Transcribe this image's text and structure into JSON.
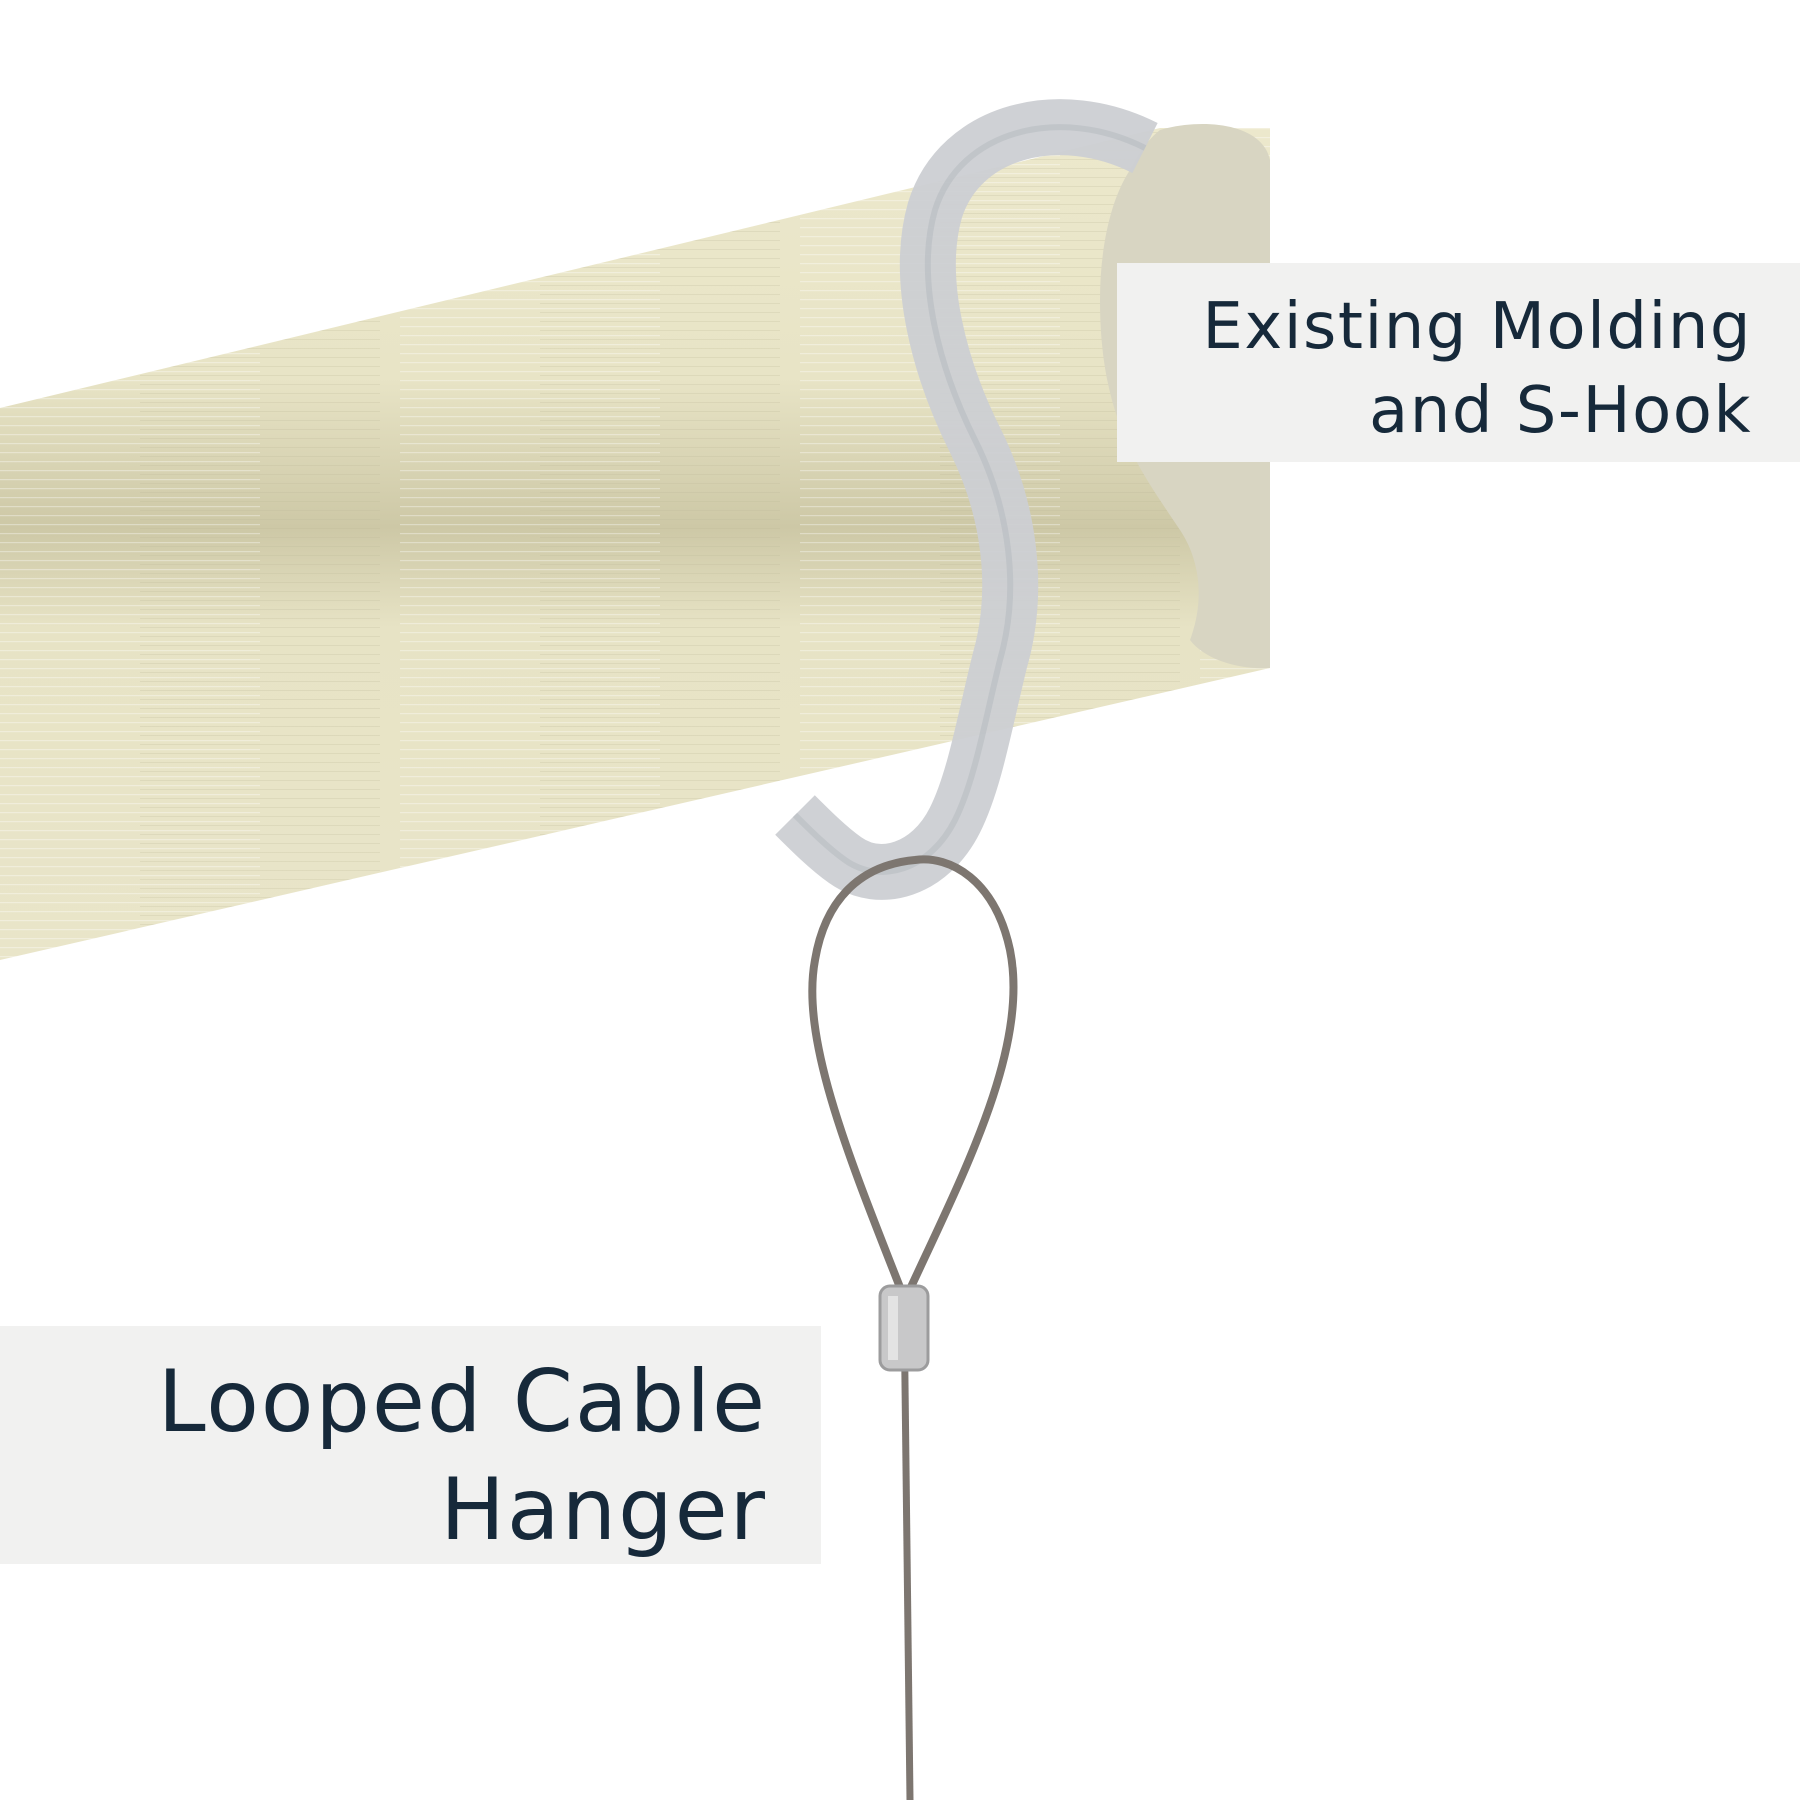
{
  "labels": {
    "molding": {
      "line1": "Existing Molding",
      "line2": "and S-Hook"
    },
    "cable": {
      "line1": "Looped Cable",
      "line2": "Hanger"
    }
  },
  "colors": {
    "molding_face": "#e6e2c6",
    "molding_shadow": "#c9c4a3",
    "molding_end": "#d8d5c2",
    "hook": "#cccfd3",
    "cable": "#7d7670",
    "label_background": "#f1f1f0",
    "label_text": "#16293a"
  },
  "icons": [
    "picture-rail-molding",
    "s-hook",
    "cable-loop",
    "crimp-sleeve"
  ]
}
